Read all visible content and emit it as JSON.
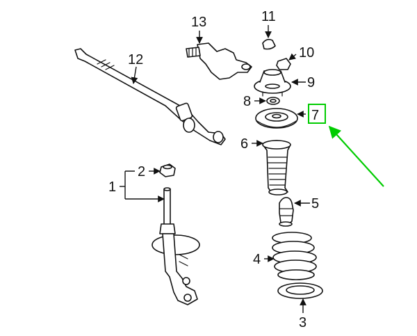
{
  "diagram": {
    "callouts": [
      {
        "id": "1",
        "text": "1"
      },
      {
        "id": "2",
        "text": "2"
      },
      {
        "id": "3",
        "text": "3"
      },
      {
        "id": "4",
        "text": "4"
      },
      {
        "id": "5",
        "text": "5"
      },
      {
        "id": "6",
        "text": "6"
      },
      {
        "id": "7",
        "text": "7"
      },
      {
        "id": "8",
        "text": "8"
      },
      {
        "id": "9",
        "text": "9"
      },
      {
        "id": "10",
        "text": "10"
      },
      {
        "id": "11",
        "text": "11"
      },
      {
        "id": "12",
        "text": "12"
      },
      {
        "id": "13",
        "text": "13"
      }
    ],
    "highlight": {
      "callout": "7",
      "color": "#00cc00"
    },
    "pointer_color": "#00cc00"
  }
}
